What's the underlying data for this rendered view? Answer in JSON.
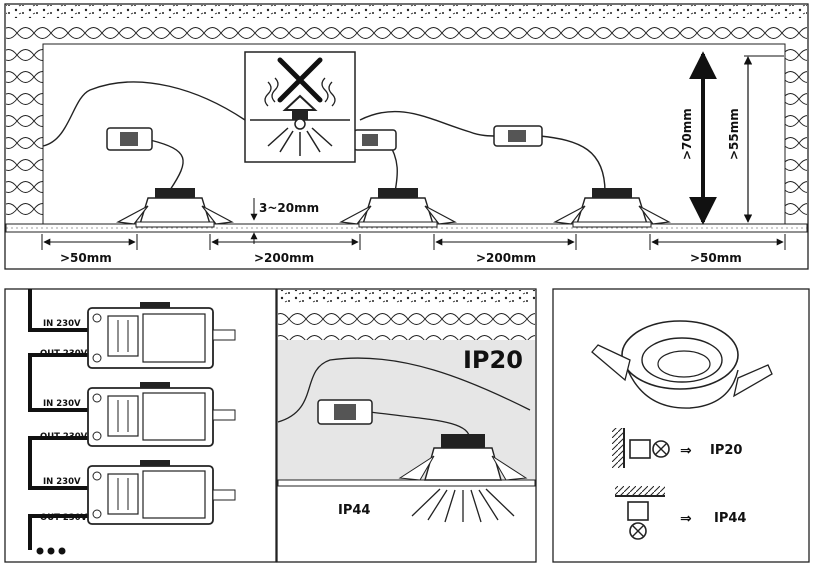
{
  "top_panel": {
    "dim_spacing_vertical": "3~20mm",
    "dim_edge_left": ">50mm",
    "dim_between_1": ">200mm",
    "dim_between_2": ">200mm",
    "dim_edge_right": ">50mm",
    "dim_height_1": ">70mm",
    "dim_height_2": ">55mm"
  },
  "wiring_panel": {
    "units": [
      {
        "in_label": "IN 230V",
        "out_label": "OUT 230V"
      },
      {
        "in_label": "IN 230V",
        "out_label": "OUT 230V"
      },
      {
        "in_label": "IN 230V",
        "out_label": "OUT 230V"
      }
    ]
  },
  "ip_panel": {
    "upper_rating": "IP20",
    "lower_rating": "IP44"
  },
  "orientation_panel": {
    "wall_rating": "IP20",
    "ceiling_rating": "IP44"
  }
}
